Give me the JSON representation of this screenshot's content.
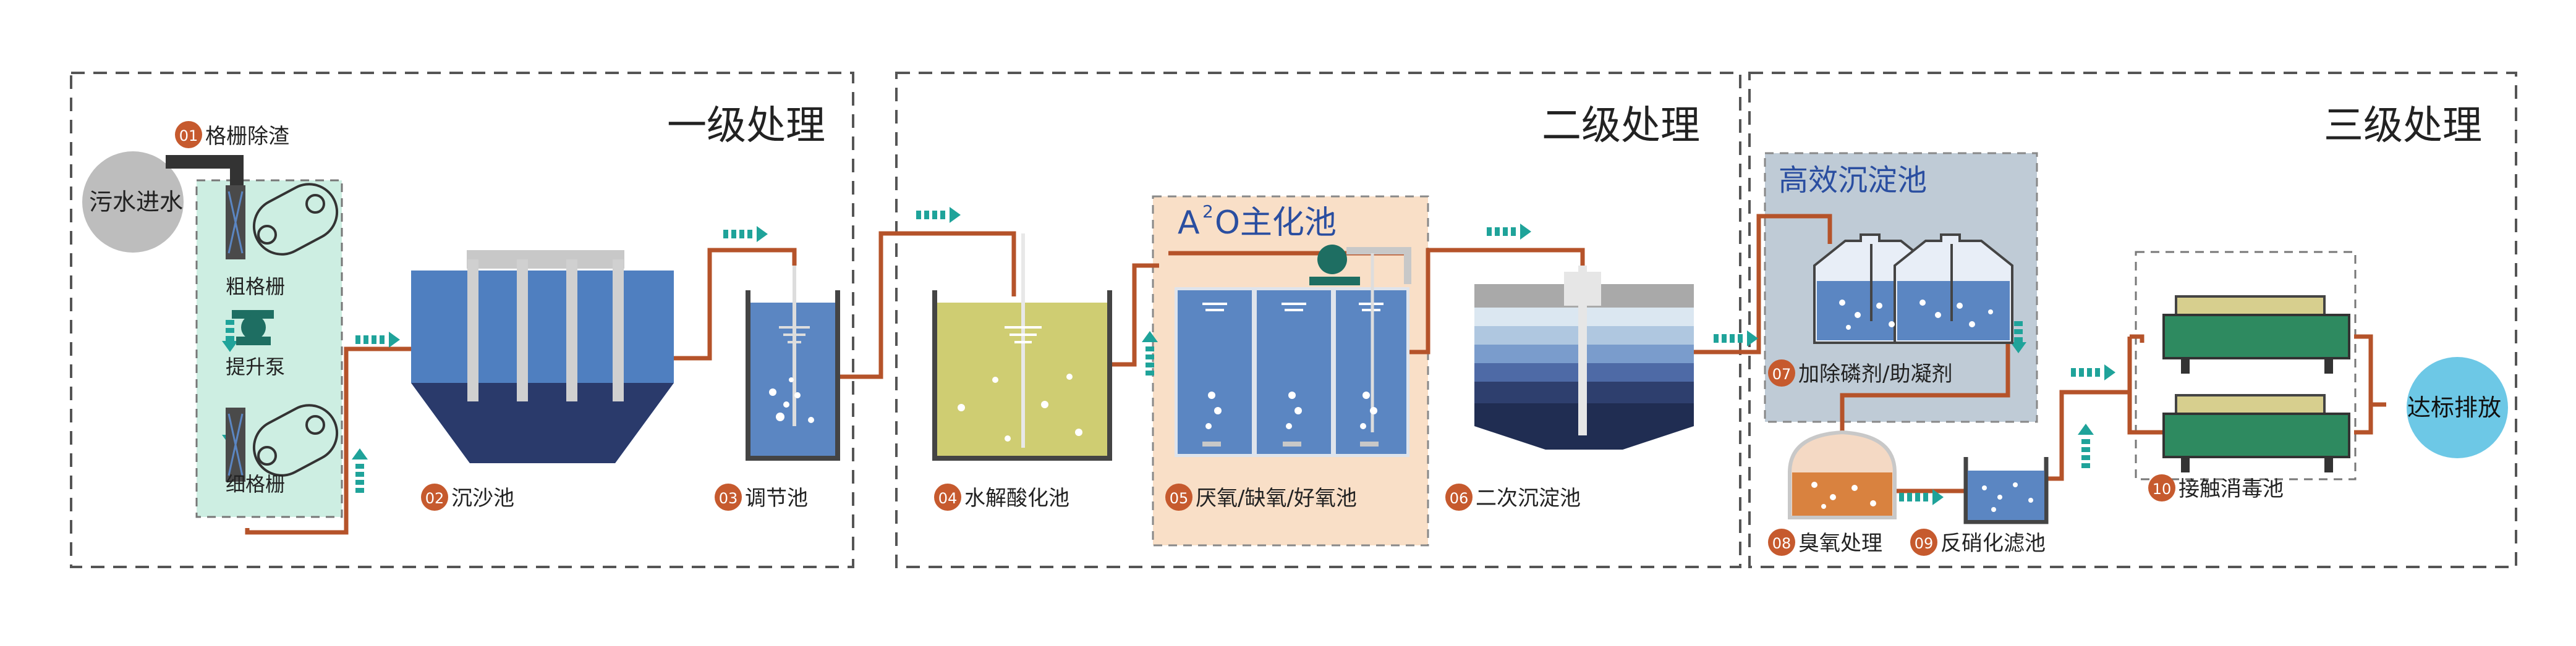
{
  "sections": {
    "primary": "一级处理",
    "secondary": "二级处理",
    "tertiary": "三级处理"
  },
  "inlet": "污水进水",
  "outlet": "达标排放",
  "steps": [
    {
      "num": "01",
      "label": "格栅除渣"
    },
    {
      "num": "02",
      "label": "沉沙池"
    },
    {
      "num": "03",
      "label": "调节池"
    },
    {
      "num": "04",
      "label": "水解酸化池"
    },
    {
      "num": "05",
      "label": "厌氧/缺氧/好氧池"
    },
    {
      "num": "06",
      "label": "二次沉淀池"
    },
    {
      "num": "07",
      "label": "加除磷剂/助凝剂"
    },
    {
      "num": "08",
      "label": "臭氧处理"
    },
    {
      "num": "09",
      "label": "反硝化滤池"
    },
    {
      "num": "10",
      "label": "接触消毒池"
    }
  ],
  "labels": {
    "coarse_screen": "粗格栅",
    "lift_pump": "提升泵",
    "fine_screen": "细格栅",
    "a2o_prefix": "A",
    "a2o_sup": "2",
    "a2o_suffix": "O主化池",
    "hidensity": "高效沉淀池"
  },
  "colors": {
    "pipe": "#b5532a",
    "arrow": "#1fa39a",
    "badge": "#c65a2e",
    "water_blue": "#5b86c2",
    "water_dark": "#2e3f6e",
    "hydrolysis": "#cfcd72",
    "green_zone": "#cdeee2",
    "peach_zone": "#f9dfc7",
    "gray_zone": "#bfcbd6",
    "outlet": "#6dc8e6",
    "inlet": "#bdbdbd"
  }
}
